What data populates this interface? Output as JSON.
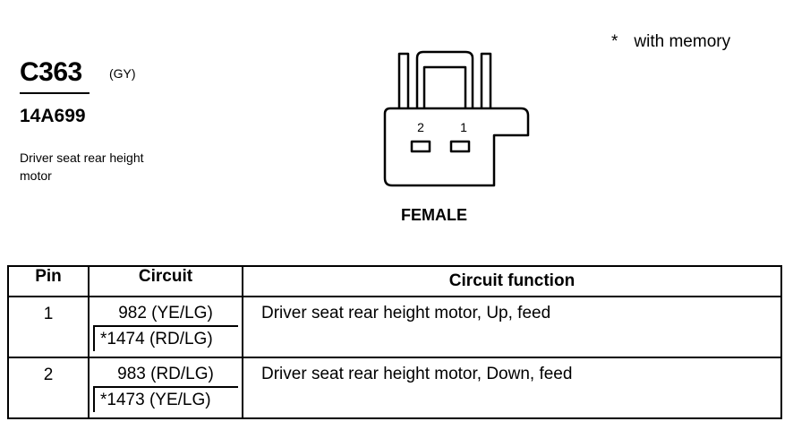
{
  "connector": {
    "id": "C363",
    "color_code": "(GY)",
    "part_number": "14A699",
    "description": "Driver seat rear height motor",
    "gender": "FEMALE",
    "pin_labels": [
      "2",
      "1"
    ]
  },
  "note": {
    "symbol": "*",
    "text": "with memory"
  },
  "table": {
    "headers": {
      "pin": "Pin",
      "circuit": "Circuit",
      "function": "Circuit function"
    },
    "rows": [
      {
        "pin": "1",
        "circuit": "982 (YE/LG)",
        "circuit_memory": "*1474 (RD/LG)",
        "function": "Driver seat rear height motor, Up, feed"
      },
      {
        "pin": "2",
        "circuit": "983 (RD/LG)",
        "circuit_memory": "*1473 (YE/LG)",
        "function": "Driver seat rear height motor, Down, feed"
      }
    ]
  }
}
